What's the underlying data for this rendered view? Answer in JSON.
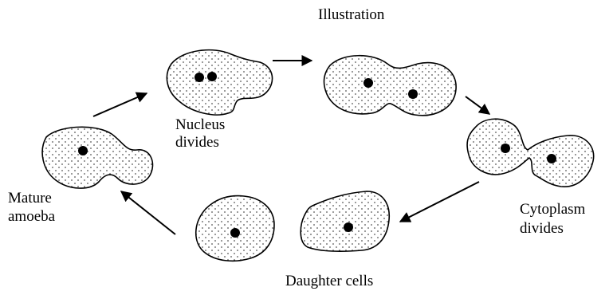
{
  "title": "Illustration",
  "labels": {
    "nucleus_line1": "Nucleus",
    "nucleus_line2": "divides",
    "mature_line1": "Mature",
    "mature_line2": "amoeba",
    "cytoplasm_line1": "Cytoplasm",
    "cytoplasm_line2": "divides",
    "daughter": "Daughter cells"
  },
  "colors": {
    "ink": "#000000",
    "background": "#ffffff",
    "stipple": "#555555"
  }
}
